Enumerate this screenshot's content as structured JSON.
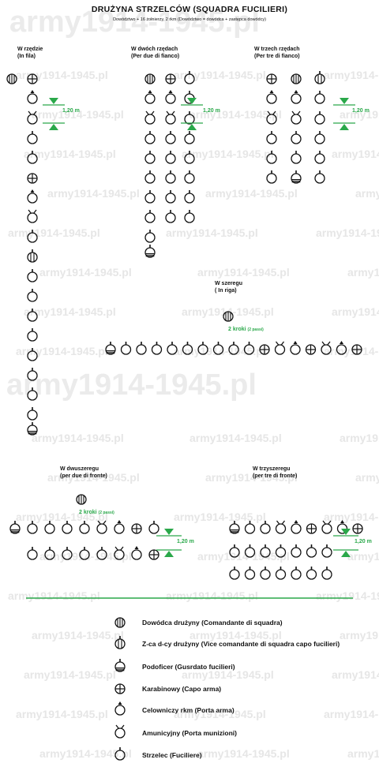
{
  "title": "DRUŻYNA STRZELCÓW (SQUADRA FUCILIERI)",
  "subtitle": "Dowództwo + 16 żołnierzy, 2 rkm (Dowództwo = dowódca + zastępca dowódcy)",
  "watermark": "army1914-1945.pl",
  "formations": {
    "file1": {
      "line1": "W rzędzie",
      "line2": "(In fila)"
    },
    "file2": {
      "line1": "W dwóch rzędach",
      "line2": "(Per due di fianco)"
    },
    "file3": {
      "line1": "W trzech rzędach",
      "line2": "(Per tre di fianco)"
    },
    "rank": {
      "line1": "W szeregu",
      "line2": "( In riga)"
    },
    "rank2": {
      "line1": "W dwuszeregu",
      "line2": "(per due di fronte)"
    },
    "rank3": {
      "line1": "W trzyszeregu",
      "line2": "(per tre di fronte)"
    }
  },
  "spacing": {
    "distance": "1,20 m",
    "steps": "2 kroki",
    "steps_it": "(2 passi)"
  },
  "legend": [
    {
      "symbol": "commander",
      "label": "Dowódca drużyny (Comandante di squadra)"
    },
    {
      "symbol": "vice",
      "label": "Z-ca d-cy drużyny  (Vice comandante di squadra capo fucilieri)"
    },
    {
      "symbol": "nco",
      "label": "Podoficer (Gusrdato fucilieri)"
    },
    {
      "symbol": "carabineer",
      "label": "Karabinowy (Capo arma)"
    },
    {
      "symbol": "gunner",
      "label": "Celowniczy rkm (Porta arma)"
    },
    {
      "symbol": "ammo",
      "label": "Amunicyjny (Porta munizioni)"
    },
    {
      "symbol": "rifleman",
      "label": "Strzelec (Fuciliere)"
    }
  ],
  "colors": {
    "green": "#2aa84a",
    "ink": "#111111",
    "watermark": "#e6e6e6"
  }
}
